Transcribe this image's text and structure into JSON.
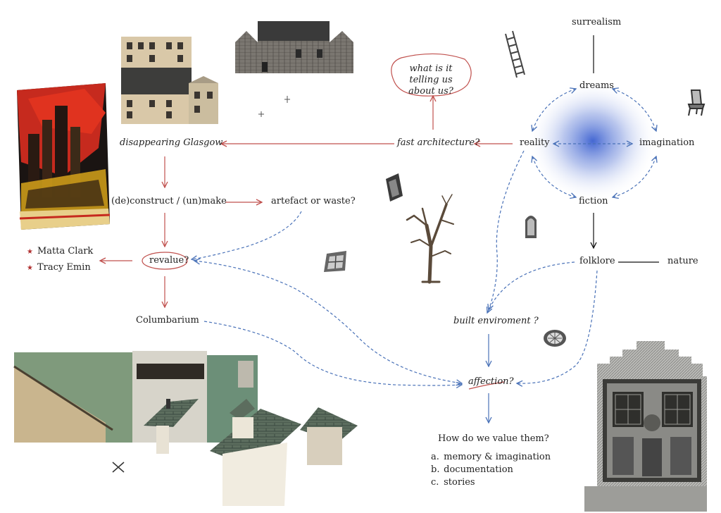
{
  "nodes": {
    "surrealism": "surrealism",
    "dreams": "dreams",
    "reality": "reality",
    "imagination": "imagination",
    "fiction": "fiction",
    "folklore": "folklore",
    "nature": "nature",
    "fast_architecture": "fast architecture?",
    "telling": [
      "what is it telling us",
      "about us?"
    ],
    "disappearing_glasgow": "disappearing Glasgow",
    "deconstruct": "(de)construct / (un)make",
    "artefact": "artefact or waste?",
    "revalue": "revalue?",
    "columbarium": "Columbarium",
    "built_environment": "built enviroment ?",
    "affection": "affection?",
    "value_question": "How do we value them?"
  },
  "artists": [
    "Matta Clark",
    "Tracy Emin"
  ],
  "value_list": [
    {
      "marker": "a.",
      "text": "memory & imagination"
    },
    {
      "marker": "b.",
      "text": "documentation"
    },
    {
      "marker": "c.",
      "text": "stories"
    }
  ],
  "colors": {
    "red_arrow": "#c0504d",
    "blue_arrow": "#4a72b8",
    "black_arrow": "#111111",
    "glow": "#3a5fd0"
  },
  "images": [
    "red-cityscape-collage",
    "tenement-building-collage",
    "stone-farmhouse-photo",
    "ladder-icon",
    "chair-icon",
    "door-icon",
    "window-icon",
    "bare-tree",
    "arched-window-icon",
    "round-window-icon",
    "wooden-model-houses",
    "shopfront-etching"
  ]
}
